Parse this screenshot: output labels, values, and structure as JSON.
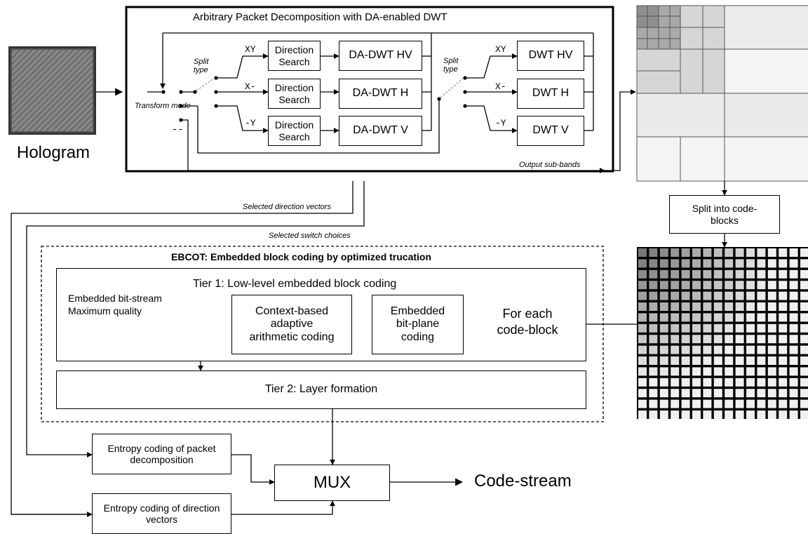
{
  "input": {
    "label": "Hologram"
  },
  "apd": {
    "title": "Arbitrary Packet Decomposition with DA-enabled DWT",
    "transform_mode_label": "Transform mode",
    "split_type_label": "Split type",
    "mode_labels": {
      "none": "--"
    },
    "da_branches": [
      {
        "code": "XY",
        "search": "Direction Search",
        "dwt": "DA-DWT HV"
      },
      {
        "code": "X-",
        "search": "Direction Search",
        "dwt": "DA-DWT H"
      },
      {
        "code": "-Y",
        "search": "Direction Search",
        "dwt": "DA-DWT V"
      }
    ],
    "dwt_branches": [
      {
        "code": "XY",
        "dwt": "DWT HV"
      },
      {
        "code": "X-",
        "dwt": "DWT H"
      },
      {
        "code": "-Y",
        "dwt": "DWT V"
      }
    ],
    "output_label": "Output sub-bands",
    "direction_vectors_label": "Selected direction vectors",
    "switch_choices_label": "Selected switch choices"
  },
  "split_block": {
    "label": "Split into code-blocks"
  },
  "ebcot": {
    "title": "EBCOT: Embedded block coding by optimized trucation",
    "tier1": {
      "title": "Tier 1: Low-level embedded block coding",
      "bitstream_label_1": "Embedded bit-stream",
      "bitstream_label_2": "Maximum quality",
      "for_each": "For each code-block",
      "bitplane": "Embedded bit-plane coding",
      "arith": "Context-based adaptive arithmetic coding"
    },
    "tier2": {
      "title": "Tier 2: Layer formation"
    }
  },
  "entropy_packet": "Entropy coding of packet decomposition",
  "entropy_vectors": "Entropy coding of direction vectors",
  "mux": "MUX",
  "output": "Code-stream",
  "colors": {
    "line": "#000000",
    "dashed_switch": "#999999",
    "background": "#ffffff"
  }
}
